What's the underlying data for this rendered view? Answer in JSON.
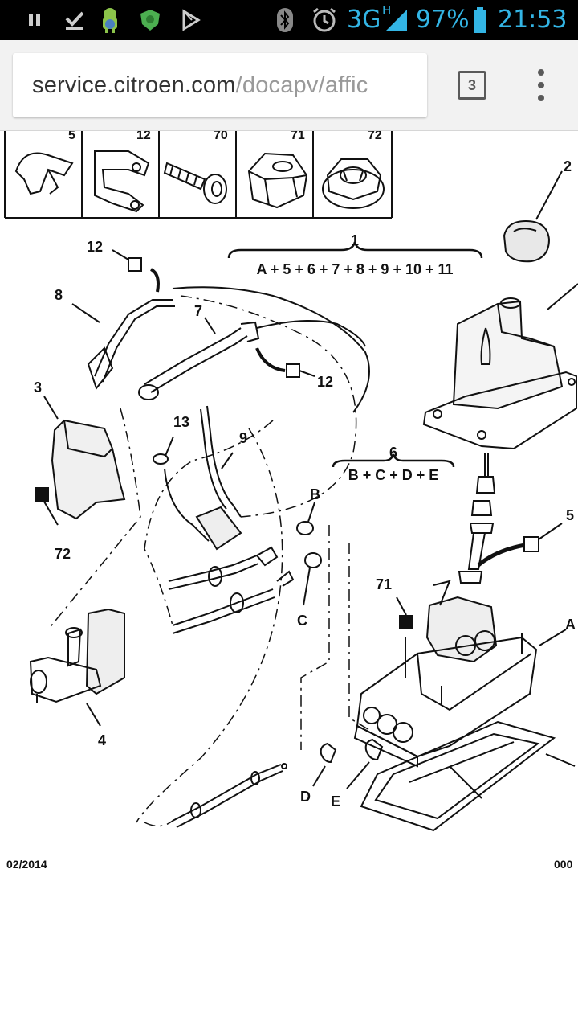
{
  "status_bar": {
    "icons": [
      "pause-icon",
      "download-done-icon",
      "android-icon",
      "shield-icon",
      "play-store-icon",
      "bluetooth-icon",
      "alarm-icon",
      "signal-icon",
      "battery-icon"
    ],
    "network": "3G",
    "network_sub": "H",
    "battery": "97%",
    "time": "21:53"
  },
  "browser": {
    "url_host": "service.citroen.com",
    "url_path": "/docapv/affic",
    "tab_count": "3",
    "icons": [
      "tabs-icon",
      "overflow-menu-icon"
    ]
  },
  "diagram": {
    "top_strip": [
      "5",
      "12",
      "70",
      "71",
      "72"
    ],
    "part1": "1",
    "part1_formula": "A + 5 + 6 + 7 + 8 + 9 + 10 + 11",
    "part6": "6",
    "part6_formula": "B + C + D + E",
    "labels": {
      "n2": "2",
      "n12a": "12",
      "n8": "8",
      "n7": "7",
      "n12b": "12",
      "n3": "3",
      "n13": "13",
      "n9": "9",
      "n72": "72",
      "n4": "4",
      "nB": "B",
      "nC": "C",
      "nD": "D",
      "nE": "E",
      "n71": "71",
      "n5": "5",
      "nA": "A"
    },
    "footer_date": "02/2014",
    "footer_ref": "000"
  }
}
